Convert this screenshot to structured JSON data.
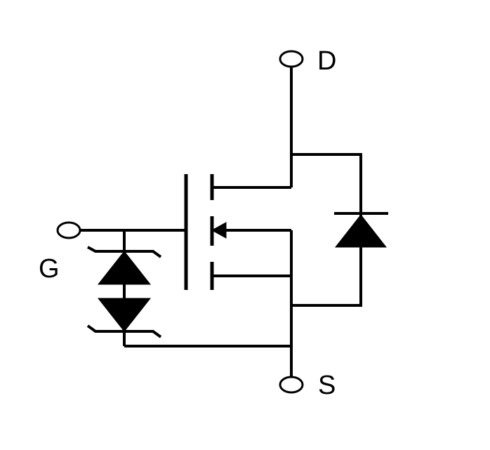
{
  "terminals": {
    "drain": "D",
    "gate": "G",
    "source": "S"
  },
  "colors": {
    "ink": "#000000",
    "background": "#ffffff"
  }
}
